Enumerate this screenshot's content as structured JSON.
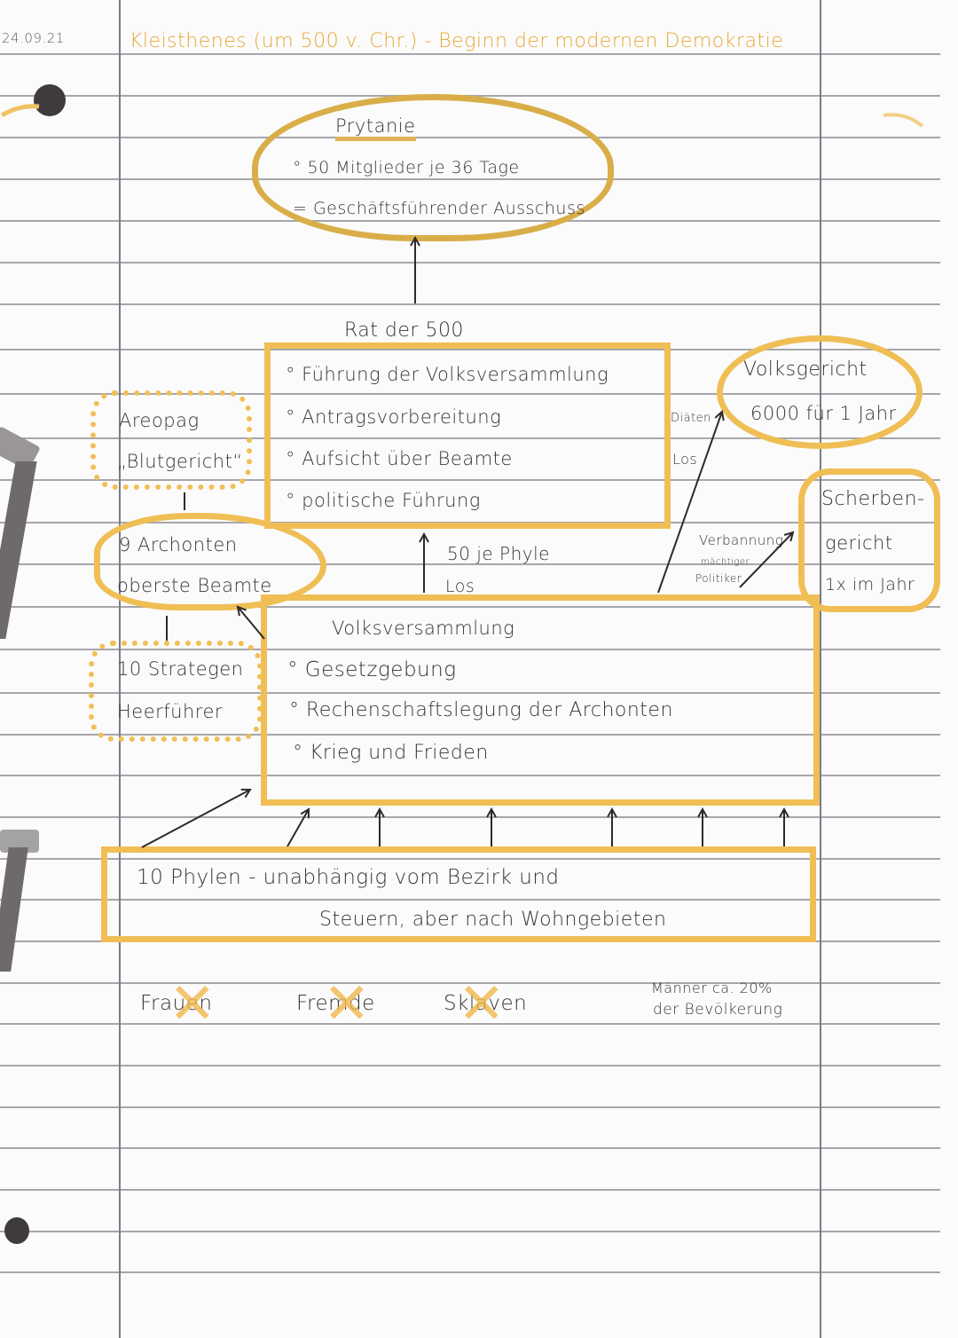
{
  "header": {
    "date": "24.09.21",
    "title": "Kleisthenes (um 500 v. Chr.) - Beginn der modernen Demokratie"
  },
  "prytanie": {
    "title": "Prytanie",
    "lines": [
      "° 50 Mitglieder je 36 Tage",
      "= Geschäftsführender Ausschuss"
    ]
  },
  "rat": {
    "title": "Rat der 500",
    "items": [
      "° Führung der Volksversammlung",
      "° Antragsvorbereitung",
      "° Aufsicht über Beamte",
      "° politische Führung"
    ]
  },
  "volksgericht": {
    "title": "Volksgericht",
    "subtitle": "6000 für 1 Jahr",
    "arrow_labels": [
      "Diäten",
      "Los"
    ]
  },
  "scherbengericht": {
    "lines": [
      "Scherben-",
      "gericht",
      "1x im Jahr"
    ],
    "arrow_labels": [
      "Verbannung",
      "mächtiger",
      "Politiker"
    ]
  },
  "areopag": {
    "title": "Areopag",
    "subtitle": "„Blutgericht“"
  },
  "archonten": {
    "title": "9 Archonten",
    "subtitle": "oberste Beamte"
  },
  "strategen": {
    "title": "10 Strategen",
    "subtitle": "Heerführer"
  },
  "rat_arrow": {
    "labels": [
      "50 je Phyle",
      "Los"
    ]
  },
  "volksversammlung": {
    "title": "Volksversammlung",
    "items": [
      "° Gesetzgebung",
      "° Rechenschaftslegung der Archonten",
      "° Krieg und Frieden"
    ]
  },
  "phylen": {
    "line1": "10 Phylen - unabhängig vom Bezirk und",
    "line2": "Steuern, aber nach Wohngebieten"
  },
  "excluded": {
    "items": [
      "Frauen",
      "Fremde",
      "Sklaven"
    ],
    "note_line1": "Männer ca. 20%",
    "note_line2": "der Bevölkerung"
  },
  "colors": {
    "highlighter": "#f1be55",
    "ink": "#3a3434",
    "rule": "#8a8a90"
  }
}
